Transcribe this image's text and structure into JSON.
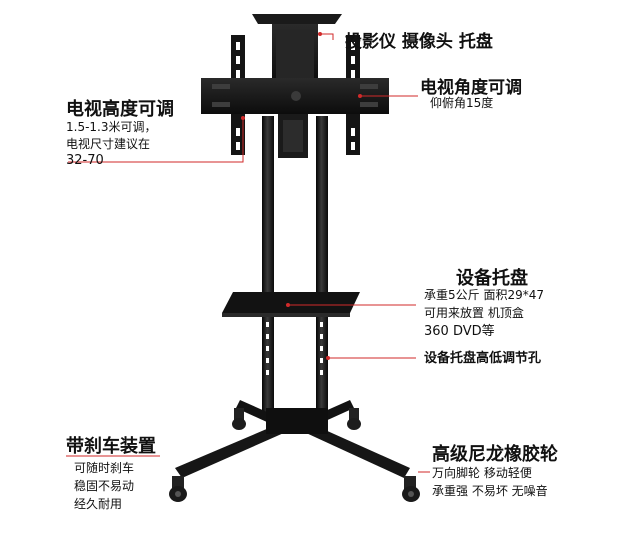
{
  "colors": {
    "frame": "#141414",
    "pointer": "#d12a2a",
    "text": "#111111"
  },
  "labels": {
    "projector_tray": {
      "title": "投影仪 摄像头 托盘"
    },
    "tv_angle": {
      "title": "电视角度可调",
      "line1": "仰俯角15度"
    },
    "tv_height": {
      "title": "电视高度可调",
      "line1": "1.5-1.3米可调，",
      "line2": "电视尺寸建议在",
      "line3": "32-70"
    },
    "device_tray": {
      "title": "设备托盘",
      "line1": "承重5公斤  面积29*47",
      "line2": "可用来放置  机顶盒",
      "line3": "360 DVD等"
    },
    "tray_holes": {
      "title": "设备托盘高低调节孔"
    },
    "brake": {
      "title": "带刹车装置",
      "line1": "可随时刹车",
      "line2": "稳固不易动",
      "line3": "经久耐用"
    },
    "wheels": {
      "title": "高级尼龙橡胶轮",
      "line1": "万向脚轮  移动轻便",
      "line2": "承重强  不易坏  无噪音"
    }
  }
}
